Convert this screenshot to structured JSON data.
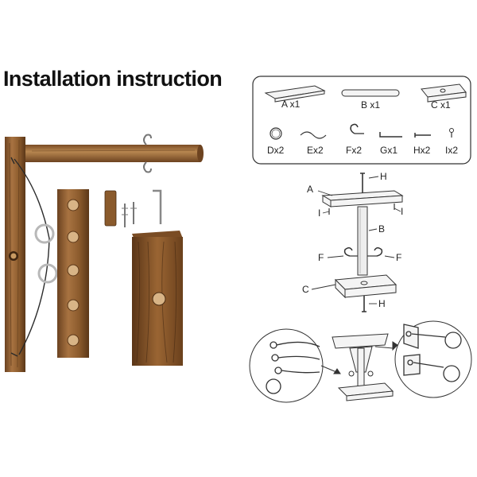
{
  "title": "Installation instruction",
  "parts": [
    {
      "id": "A",
      "qty": "A x1"
    },
    {
      "id": "B",
      "qty": "B x1"
    },
    {
      "id": "C",
      "qty": "C x1"
    },
    {
      "id": "D",
      "qty": "Dx2"
    },
    {
      "id": "E",
      "qty": "Ex2"
    },
    {
      "id": "F",
      "qty": "Fx2"
    },
    {
      "id": "G",
      "qty": "Gx1"
    },
    {
      "id": "H",
      "qty": "Hx2"
    },
    {
      "id": "I",
      "qty": "Ix2"
    }
  ],
  "assembly_labels": {
    "a": "A",
    "b": "B",
    "c": "C",
    "f_left": "F",
    "f_right": "F",
    "h_top": "H",
    "h_bottom": "H",
    "i_left": "I",
    "i_right": "I"
  },
  "colors": {
    "wood_light": "#b8874f",
    "wood_dark": "#6e4523",
    "wood_mid": "#94612f",
    "line": "#333333"
  }
}
